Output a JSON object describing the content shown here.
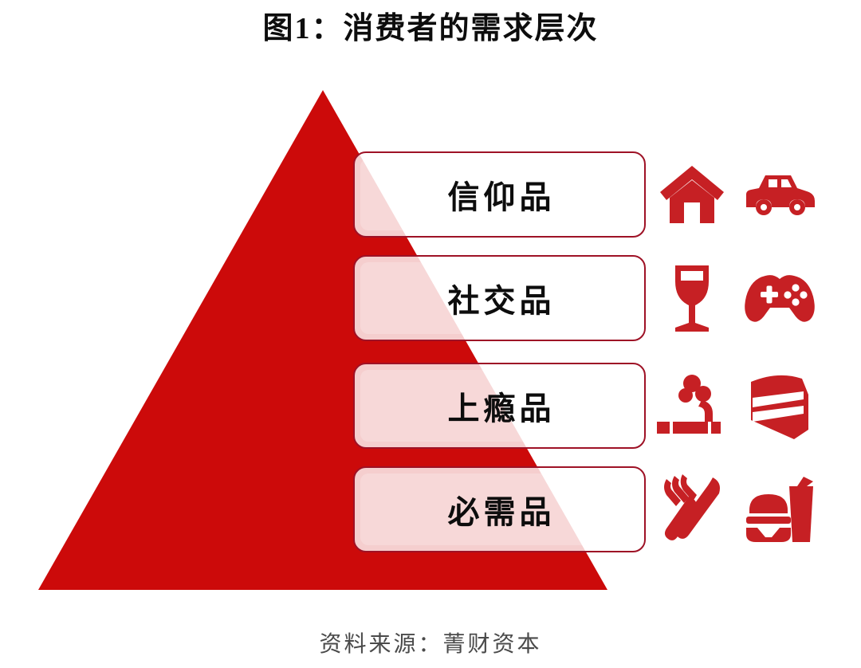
{
  "figure": {
    "title": "图1：消费者的需求层次",
    "source_note": "资料来源：菁财资本"
  },
  "colors": {
    "pyramid_red": "#CC0A0A",
    "box_border": "#9E1226",
    "icon_red": "#C62024",
    "title_text": "#0D0D0D",
    "source_text": "#4A4A4A",
    "background": "#FFFFFF"
  },
  "chart_data": {
    "type": "pyramid",
    "title": "图1：消费者的需求层次",
    "orientation": "apex-top",
    "note": "资料来源：菁财资本",
    "levels": [
      {
        "rank": 1,
        "position": "top",
        "label": "信仰品",
        "icons": [
          "house-icon",
          "car-icon"
        ]
      },
      {
        "rank": 2,
        "position": "upper-middle",
        "label": "社交品",
        "icons": [
          "wine-glass-icon",
          "game-controller-icon"
        ]
      },
      {
        "rank": 3,
        "position": "lower-middle",
        "label": "上瘾品",
        "icons": [
          "cigarette-icon",
          "cake-slice-icon"
        ]
      },
      {
        "rank": 4,
        "position": "bottom",
        "label": "必需品",
        "icons": [
          "fork-knife-icon",
          "burger-drink-icon"
        ]
      }
    ]
  }
}
